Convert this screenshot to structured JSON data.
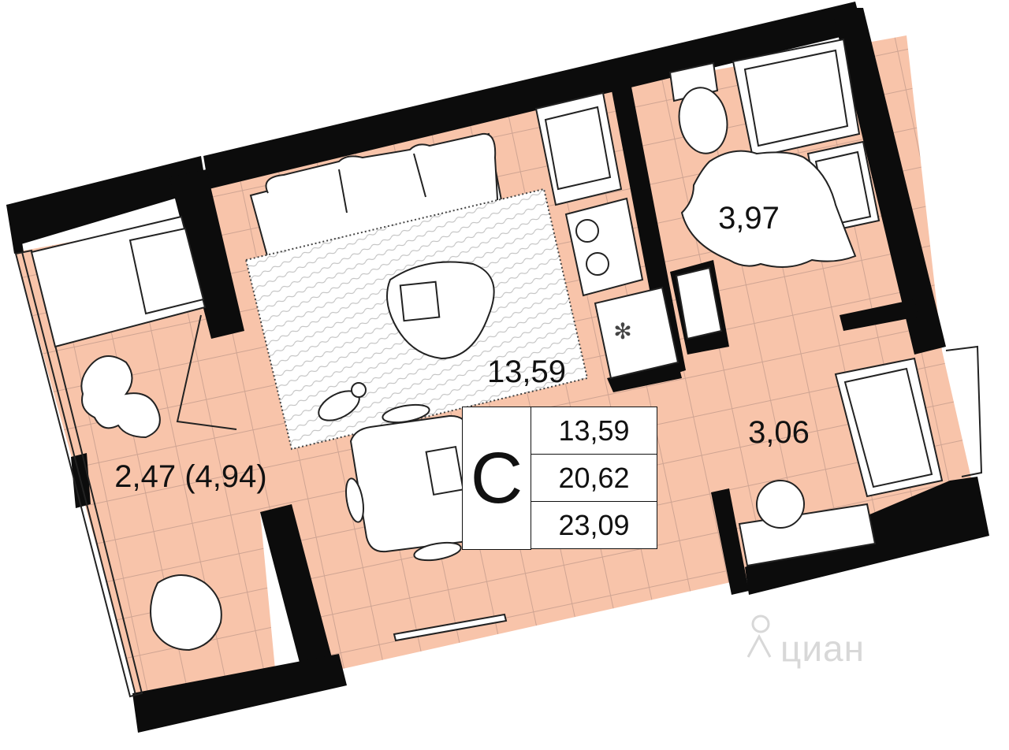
{
  "rooms": {
    "living": {
      "area": "13,59"
    },
    "bathroom": {
      "area": "3,97"
    },
    "hallway": {
      "area": "3,06"
    },
    "balcony": {
      "area": "2,47 (4,94)"
    }
  },
  "legend": {
    "type_letter": "С",
    "living_area": "13,59",
    "total_area_no_balcony": "20,62",
    "total_area": "23,09"
  },
  "watermark": {
    "text": "циан"
  },
  "colors": {
    "floor": "#f8c4aa",
    "wall": "#0c0c0c",
    "grid": "#cfa492",
    "furniture": "#ffffff",
    "outline": "#222222"
  }
}
